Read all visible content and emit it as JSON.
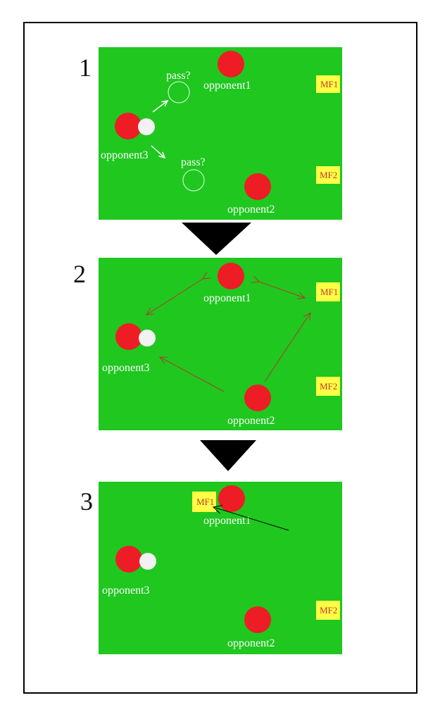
{
  "colors": {
    "field": "#1fc71f",
    "opponent": "#ee1c25",
    "ball": "#f2f2f2",
    "mf_box": "#ffff46",
    "mf_text": "#c0392b",
    "pass_arrow": "#b33a2a",
    "step_arrow": "#000000"
  },
  "panels": [
    {
      "step": "1",
      "opponent1": "opponent1",
      "opponent2": "opponent2",
      "opponent3": "opponent3",
      "mf1": "MF1",
      "mf2": "MF2",
      "pass_top": "pass?",
      "pass_bottom": "pass?"
    },
    {
      "step": "2",
      "opponent1": "opponent1",
      "opponent2": "opponent2",
      "opponent3": "opponent3",
      "mf1": "MF1",
      "mf2": "MF2"
    },
    {
      "step": "3",
      "opponent1": "opponent1",
      "opponent2": "opponent2",
      "opponent3": "opponent3",
      "mf1": "MF1",
      "mf2": "MF2"
    }
  ]
}
